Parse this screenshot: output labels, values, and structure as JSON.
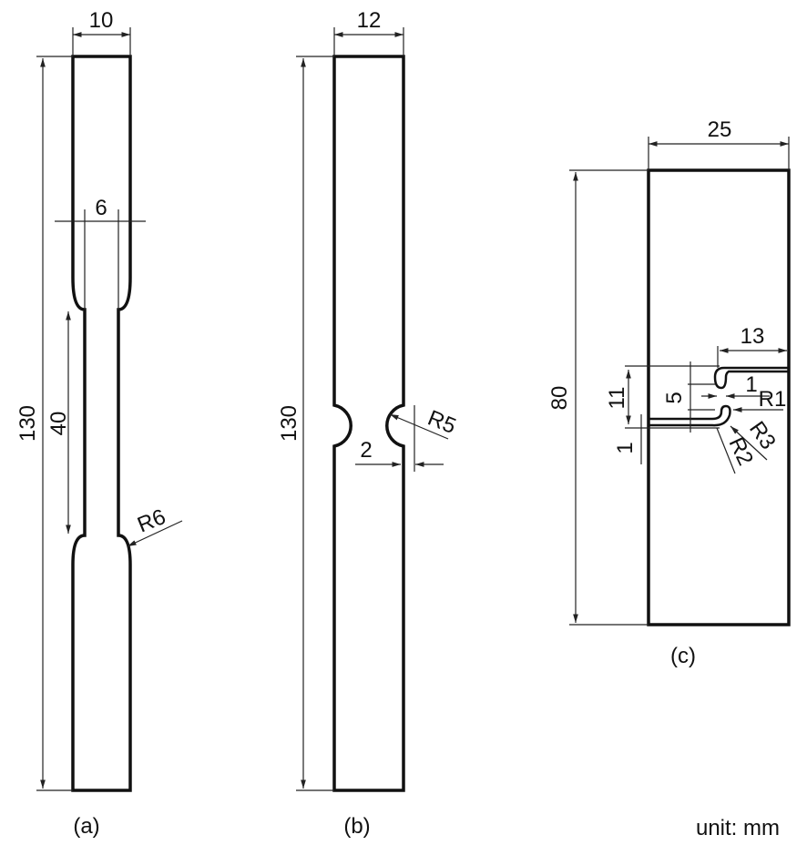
{
  "labels": {
    "a": {
      "width": "10",
      "neck": "6",
      "length": "130",
      "gauge": "40",
      "radius": "R6",
      "caption": "(a)"
    },
    "b": {
      "width": "12",
      "length": "130",
      "depth": "2",
      "radius": "R5",
      "caption": "(b)"
    },
    "c": {
      "width": "25",
      "length": "80",
      "slot": "13",
      "gap": "11",
      "inner": "5",
      "one_a": "1",
      "r1": "R1",
      "r3": "R3",
      "r2": "R2",
      "one_b": "1",
      "caption": "(c)"
    },
    "unit": "unit: mm"
  }
}
